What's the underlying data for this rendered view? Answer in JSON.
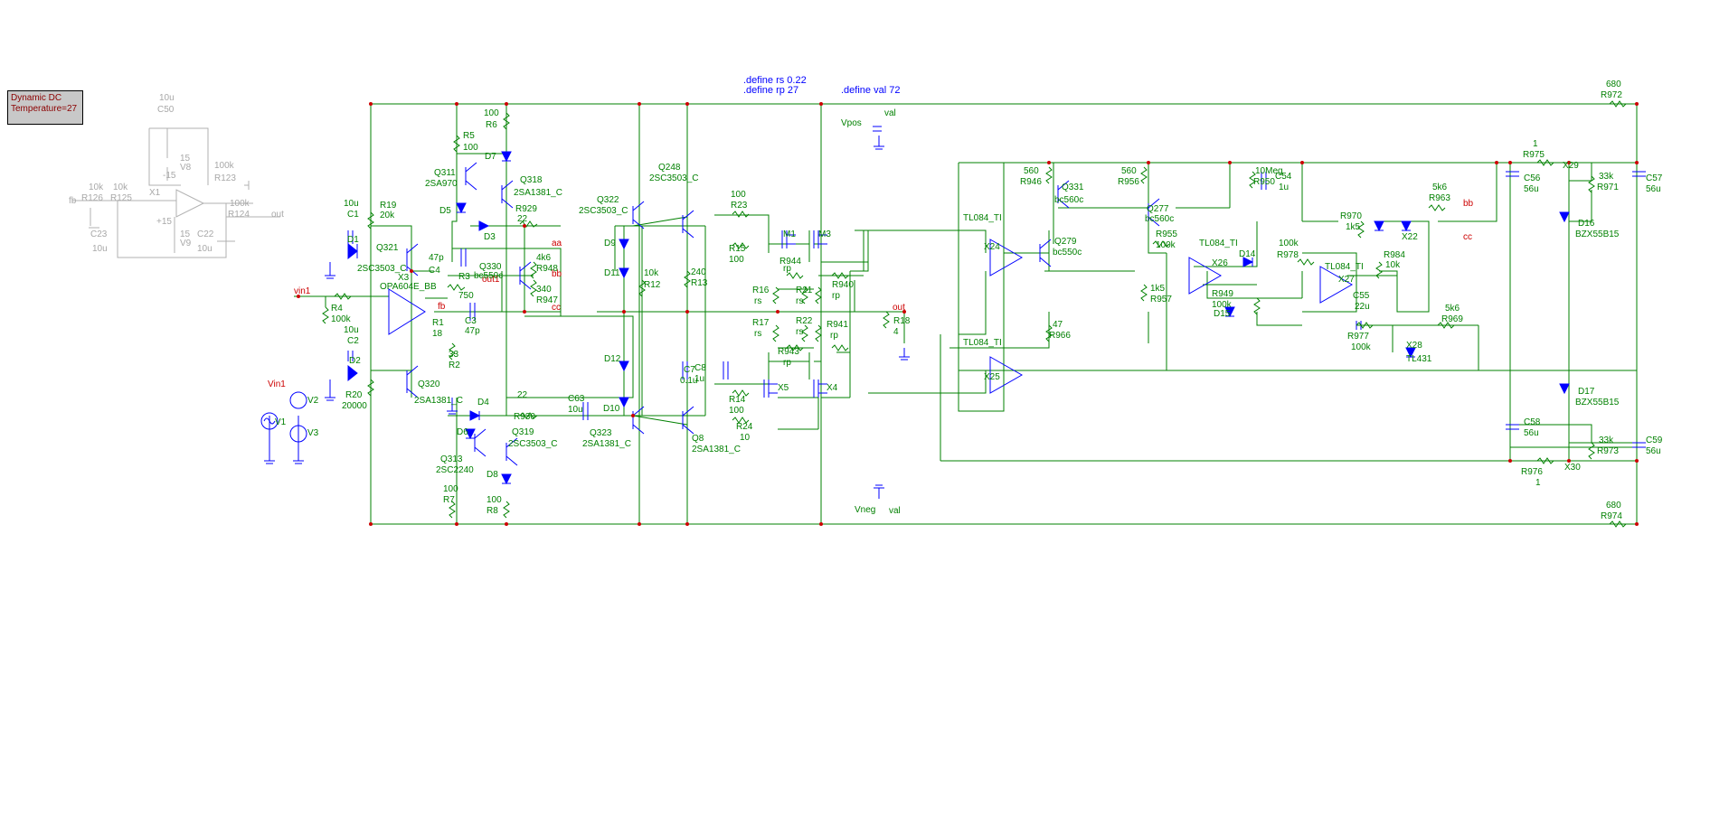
{
  "status": {
    "line1": "Dynamic DC",
    "line2": "Temperature=27"
  },
  "directives": {
    "rs": ".define rs 0.22",
    "rp": ".define rp 27",
    "val": ".define val 72"
  },
  "colors": {
    "wire": "#008000",
    "part": "#0000ff",
    "label": "#008000",
    "net": "#cc0000",
    "directive": "#0000ff",
    "ghost": "#a8a8a8"
  },
  "ghost_labels": [
    "10u",
    "C50",
    "15",
    "V8",
    "-15",
    "X1",
    "100k",
    "R123",
    "10k",
    "R126",
    "10k",
    "R125",
    "fb",
    "+15",
    "15",
    "V9",
    "100k",
    "R124",
    "out",
    "C23",
    "10u",
    "C22",
    "10u"
  ],
  "net_labels": [
    "aa",
    "bb",
    "cc",
    "out",
    "fb",
    "vin1",
    "Vin1",
    "bb",
    "cc",
    "out1"
  ],
  "labels": [
    "val",
    "Vpos",
    "Vneg",
    "val",
    "10u",
    "C1",
    "R19",
    "20k",
    "D1",
    "Q321",
    "2SC3503_C",
    "X3",
    "OPA604E_BB",
    "R4",
    "100k",
    "10u",
    "C2",
    "D2",
    "R20",
    "20000",
    "Q320",
    "2SA1381_C",
    "V1",
    "V2",
    "V3",
    "R5",
    "100",
    "Q311",
    "2SA970",
    "D5",
    "100",
    "R6",
    "D7",
    "Q318",
    "2SA1381_C",
    "R929",
    "22",
    "D3",
    "47p",
    "C4",
    "R3",
    "750",
    "Q330",
    "bc550c",
    "4k6",
    "R948",
    "340",
    "R947",
    "R1",
    "18",
    "C3",
    "47p",
    "33",
    "R2",
    "D4",
    "22",
    "R930",
    "D6",
    "Q313",
    "2SC2240",
    "100",
    "R7",
    "Q319",
    "2SC3503_C",
    "D8",
    "100",
    "R8",
    "Q322",
    "2SC3503_C",
    "D9",
    "D11",
    "10k",
    "R12",
    "D12",
    "D10",
    "C63",
    "10u",
    "Q323",
    "2SA1381_C",
    "Q248",
    "2SC3503_C",
    "240",
    "R13",
    "C7",
    "0.1u",
    "Q8",
    "2SA1381_C",
    "100",
    "R23",
    "R15",
    "100",
    "M1",
    "M3",
    "R944",
    "rp",
    "R940",
    "rp",
    "R16",
    "rs",
    "R21",
    "rs",
    "R17",
    "rs",
    "R22",
    "rs",
    "R941",
    "rp",
    "R943",
    "rp",
    "C8",
    "1u",
    "X5",
    "X4",
    "R14",
    "100",
    "R24",
    "10",
    "R18",
    "4",
    "TL084_TI",
    "X24",
    "TL084_TI",
    "X25",
    "560",
    "R946",
    "Q331",
    "bc560c",
    "Q279",
    "bc550c",
    "47",
    "R966",
    "560",
    "R956",
    "Q277",
    "bc560c",
    "R955",
    "100k",
    "1k5",
    "R957",
    "TL084_TI",
    "X26",
    "D14",
    "D15",
    "R949",
    "100k",
    "10Meg",
    "R950",
    "C54",
    "1u",
    "100k",
    "R978",
    "TL084_TI",
    "X27",
    "C55",
    "22u",
    "R977",
    "100k",
    "R984",
    "10k",
    "R970",
    "1k5",
    "X22",
    "5k6",
    "R963",
    "X28",
    "TL431",
    "5k6",
    "R969",
    "1",
    "R975",
    "C56",
    "56u",
    "X29",
    "33k",
    "R971",
    "D16",
    "BZX55B15",
    "C57",
    "56u",
    "C58",
    "56u",
    "D17",
    "BZX55B15",
    "X30",
    "33k",
    "R973",
    "C59",
    "56u",
    "R976",
    "1",
    "680",
    "R972",
    "680",
    "R974"
  ]
}
